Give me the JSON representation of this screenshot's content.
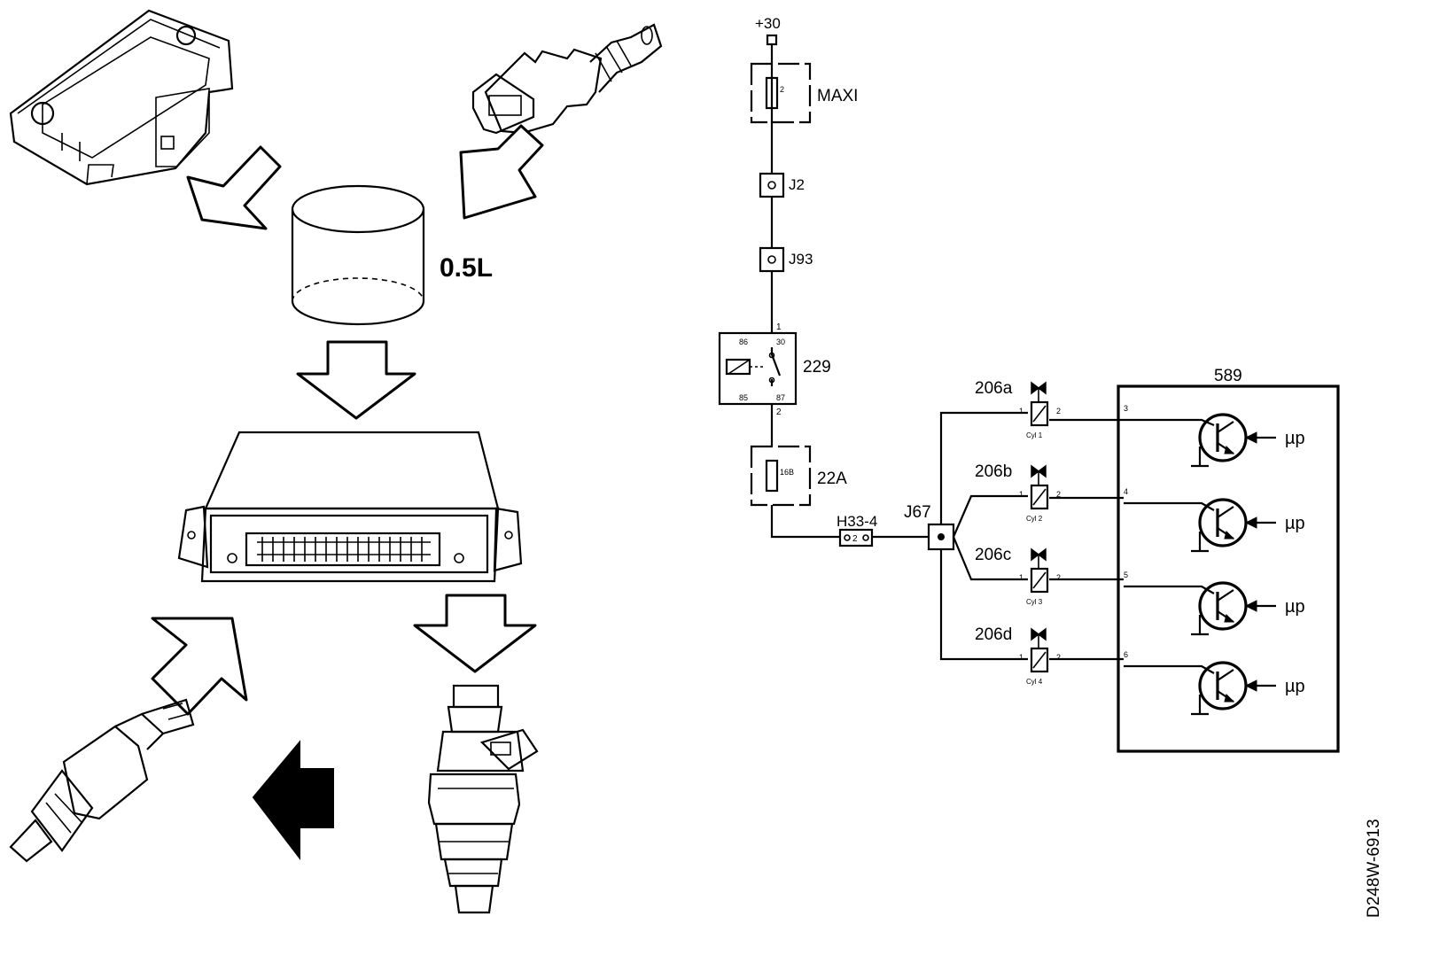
{
  "figure": {
    "volume_label": "0.5L",
    "code": "D248W-6913"
  },
  "circuit": {
    "supply": "+30",
    "fuse_maxi": {
      "label": "MAXI",
      "rating": "2"
    },
    "connector_j2": "J2",
    "connector_j93": "J93",
    "relay": {
      "label": "229",
      "pin_86": "86",
      "pin_30": "30",
      "pin_85": "85",
      "pin_87": "87",
      "wire_top": "1",
      "wire_bottom": "2"
    },
    "fuse_22a": {
      "label": "22A",
      "rating": "16B"
    },
    "connector_h33": {
      "label": "H33-4",
      "pin": "2"
    },
    "junction": "J67",
    "ecu": {
      "label": "589",
      "driver_label": "µp"
    },
    "injectors": [
      {
        "label": "206a",
        "cyl": "Cyl 1",
        "pin_in": "1",
        "pin_out": "2",
        "ecu_pin": "3"
      },
      {
        "label": "206b",
        "cyl": "Cyl 2",
        "pin_in": "1",
        "pin_out": "2",
        "ecu_pin": "4"
      },
      {
        "label": "206c",
        "cyl": "Cyl 3",
        "pin_in": "1",
        "pin_out": "2",
        "ecu_pin": "5"
      },
      {
        "label": "206d",
        "cyl": "Cyl 4",
        "pin_in": "1",
        "pin_out": "2",
        "ecu_pin": "6"
      }
    ]
  }
}
